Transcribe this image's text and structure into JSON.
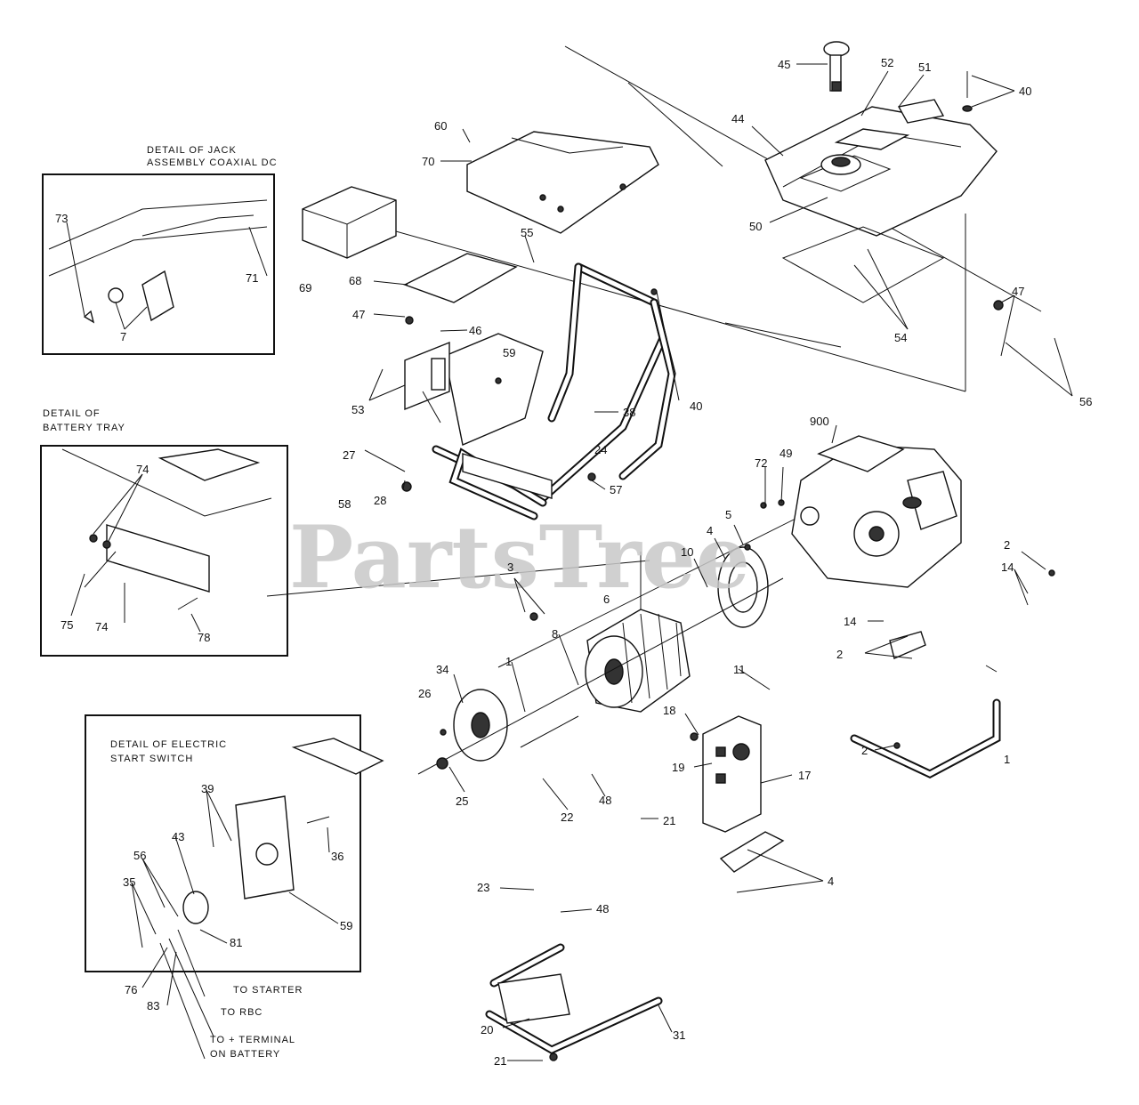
{
  "watermark": "PartsTree",
  "details": {
    "jack": {
      "line1": "DETAIL OF JACK",
      "line2": "ASSEMBLY COAXIAL DC"
    },
    "battery": {
      "line1": "DETAIL OF",
      "line2": "BATTERY TRAY"
    },
    "electric": {
      "line1": "DETAIL OF ELECTRIC",
      "line2": "START SWITCH"
    }
  },
  "wire_labels": {
    "starter": "TO STARTER",
    "rbc": "TO RBC",
    "terminal_1": "TO + TERMINAL",
    "terminal_2": "ON BATTERY"
  },
  "part_numbers": {
    "p45": "45",
    "p52": "52",
    "p51": "51",
    "p40a": "40",
    "p60": "60",
    "p70": "70",
    "p44": "44",
    "p50": "50",
    "p73": "73",
    "p71": "71",
    "p69": "69",
    "p55": "55",
    "p68": "68",
    "p47a": "47",
    "p54": "54",
    "p47b": "47",
    "p7": "7",
    "p46": "46",
    "p59": "59",
    "p53": "53",
    "p56a": "56",
    "p40b": "40",
    "p38": "38",
    "p24": "24",
    "p900": "900",
    "p27": "27",
    "p28": "28",
    "p57": "57",
    "p72": "72",
    "p49": "49",
    "p58": "58",
    "p74a": "74",
    "p5a": "5",
    "p4": "4",
    "p10": "10",
    "p2a": "2",
    "p14a": "14",
    "p3": "3",
    "p6": "6",
    "p75": "75",
    "p74b": "74",
    "p78": "78",
    "p14b": "14",
    "p1a": "1",
    "p8": "8",
    "p2b": "2",
    "p34": "34",
    "p26": "26",
    "p11": "11",
    "p18": "18",
    "p2c": "2",
    "p1b": "1",
    "p19": "19",
    "p17": "17",
    "p25": "25",
    "p22": "22",
    "p48a": "48",
    "p21a": "21",
    "p39a": "39",
    "p43": "43",
    "p36": "36",
    "p56b": "56",
    "p35": "35",
    "p59b": "59",
    "p81": "81",
    "p76": "76",
    "p83": "83",
    "p4b": "4",
    "p23": "23",
    "p48b": "48",
    "p20": "20",
    "p31": "31",
    "p21b": "21"
  }
}
